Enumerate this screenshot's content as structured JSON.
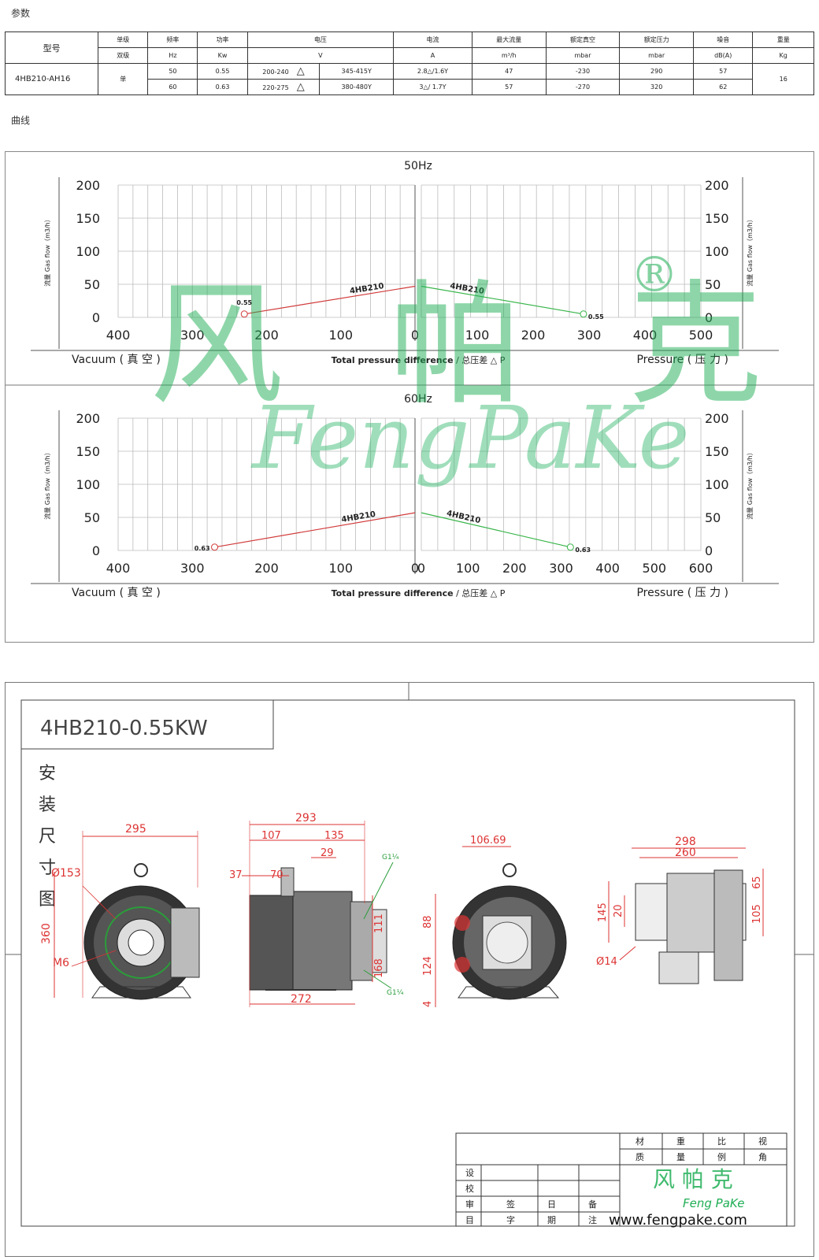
{
  "sections": {
    "params": "参数",
    "curves": "曲线"
  },
  "spec_table": {
    "header1": [
      "型号",
      "单级",
      "频率",
      "功率",
      "电压",
      "电流",
      "最大流量",
      "额定真空",
      "额定压力",
      "噪音",
      "重量"
    ],
    "header2": [
      "双级",
      "Hz",
      "Kw",
      "V",
      "A",
      "m³/h",
      "mbar",
      "mbar",
      "dB(A)",
      "Kg"
    ],
    "model": "4HB210-AH16",
    "stage": "单",
    "weight": "16",
    "rows": [
      {
        "hz": "50",
        "kw": "0.55",
        "v1": "200-240",
        "v2": "345-415Y",
        "a": "2.8△/1.6Y",
        "flow": "47",
        "vac": "-230",
        "press": "290",
        "noise": "57"
      },
      {
        "hz": "60",
        "kw": "0.63",
        "v1": "220-275",
        "v2": "380-480Y",
        "a": "3△/ 1.7Y",
        "flow": "57",
        "vac": "-270",
        "press": "320",
        "noise": "62"
      }
    ]
  },
  "chart_data": [
    {
      "type": "line",
      "title": "50Hz",
      "ylabel_left": "流量 Gas flow（m3/h）",
      "ylabel_right": "流量 Gas flow（m3/h）",
      "xlabel_left": "Vacuum ( 真 空 )",
      "xlabel_center_bold": "Total pressure difference",
      "xlabel_center_rest": " / 总压差 △ P",
      "xlabel_right": "Pressure ( 压 力 )",
      "ylim": [
        0,
        200
      ],
      "yticks": [
        "0",
        "50",
        "100",
        "150",
        "200"
      ],
      "vacuum_xlim": [
        0,
        400
      ],
      "vacuum_xticks": [
        "400",
        "300",
        "200",
        "100",
        "0"
      ],
      "pressure_xlim": [
        0,
        500
      ],
      "pressure_xticks": [
        "100",
        "200",
        "300",
        "400",
        "500"
      ],
      "series": [
        {
          "name": "4HB210",
          "side": "vacuum",
          "color": "#d23a3a",
          "x": [
            0,
            230
          ],
          "y": [
            47,
            5
          ]
        },
        {
          "name": "4HB210",
          "side": "pressure",
          "color": "#39b54a",
          "x": [
            0,
            290
          ],
          "y": [
            47,
            5
          ]
        }
      ],
      "annotations": [
        {
          "text": "0.55",
          "side": "vacuum",
          "x": 230,
          "y": 5
        },
        {
          "text": "0.55",
          "side": "pressure",
          "x": 290,
          "y": 5
        }
      ]
    },
    {
      "type": "line",
      "title": "60Hz",
      "ylabel_left": "流量 Gas flow（m3/h）",
      "ylabel_right": "流量 Gas flow（m3/h）",
      "xlabel_left": "Vacuum ( 真 空 )",
      "xlabel_center_bold": "Total pressure difference",
      "xlabel_center_rest": " / 总压差 △ P",
      "xlabel_right": "Pressure ( 压 力 )",
      "ylim": [
        0,
        200
      ],
      "yticks": [
        "0",
        "50",
        "100",
        "150",
        "200"
      ],
      "vacuum_xlim": [
        0,
        400
      ],
      "vacuum_xticks": [
        "400",
        "300",
        "200",
        "100",
        "0"
      ],
      "pressure_xlim": [
        0,
        600
      ],
      "pressure_xticks": [
        "0",
        "100",
        "200",
        "300",
        "400",
        "500",
        "600"
      ],
      "series": [
        {
          "name": "4HB210",
          "side": "vacuum",
          "color": "#d23a3a",
          "x": [
            0,
            270
          ],
          "y": [
            57,
            5
          ]
        },
        {
          "name": "4HB210",
          "side": "pressure",
          "color": "#39b54a",
          "x": [
            0,
            320
          ],
          "y": [
            57,
            5
          ]
        }
      ],
      "annotations": [
        {
          "text": "0.63",
          "side": "vacuum",
          "x": 270,
          "y": 5
        },
        {
          "text": "0.63",
          "side": "pressure",
          "x": 320,
          "y": 5
        }
      ]
    }
  ],
  "watermark": {
    "cn": "风 帕 克",
    "en": "FengPaKe",
    "reg": "®"
  },
  "drawing": {
    "title": "4HB210-0.55KW",
    "subtitle_chars": [
      "安",
      "装",
      "尺",
      "寸",
      "图"
    ],
    "dims_front": [
      "295",
      "Ø153",
      "360",
      "M6"
    ],
    "dims_side": [
      "293",
      "107",
      "135",
      "29",
      "37",
      "70",
      "G1¼",
      "111",
      "168",
      "G1¼",
      "272"
    ],
    "dims_back": [
      "106.69",
      "88",
      "124",
      "4"
    ],
    "dims_top": [
      "298",
      "260",
      "65",
      "145",
      "20",
      "105",
      "Ø14"
    ],
    "titleblock": {
      "right_labels": [
        "材",
        "重",
        "比",
        "视",
        "质",
        "量",
        "例",
        "角"
      ],
      "left_labels": [
        "设",
        "校",
        "审",
        "签",
        "日",
        "备",
        "目",
        "字",
        "期",
        "注"
      ],
      "logo_cn": "风 帕 克",
      "logo_en": "Feng PaKe",
      "url": "www.fengpake.com"
    }
  }
}
